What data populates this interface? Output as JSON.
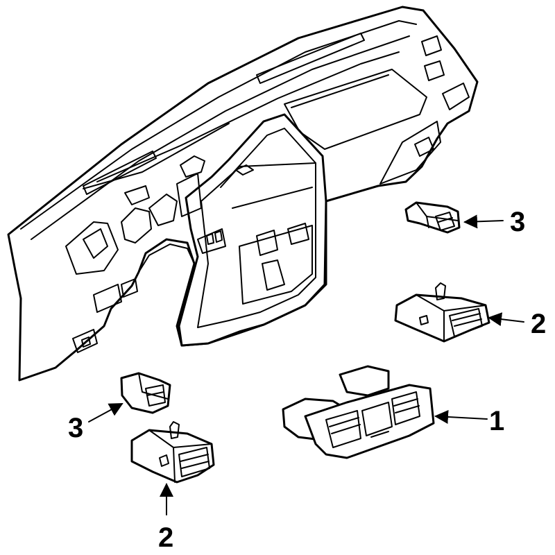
{
  "diagram": {
    "callouts": [
      {
        "id": "c3a",
        "label": "3"
      },
      {
        "id": "c2a",
        "label": "2"
      },
      {
        "id": "c1",
        "label": "1"
      },
      {
        "id": "c3b",
        "label": "3"
      },
      {
        "id": "c2b",
        "label": "2"
      }
    ],
    "colors": {
      "line": "#000000",
      "background": "#ffffff"
    }
  }
}
